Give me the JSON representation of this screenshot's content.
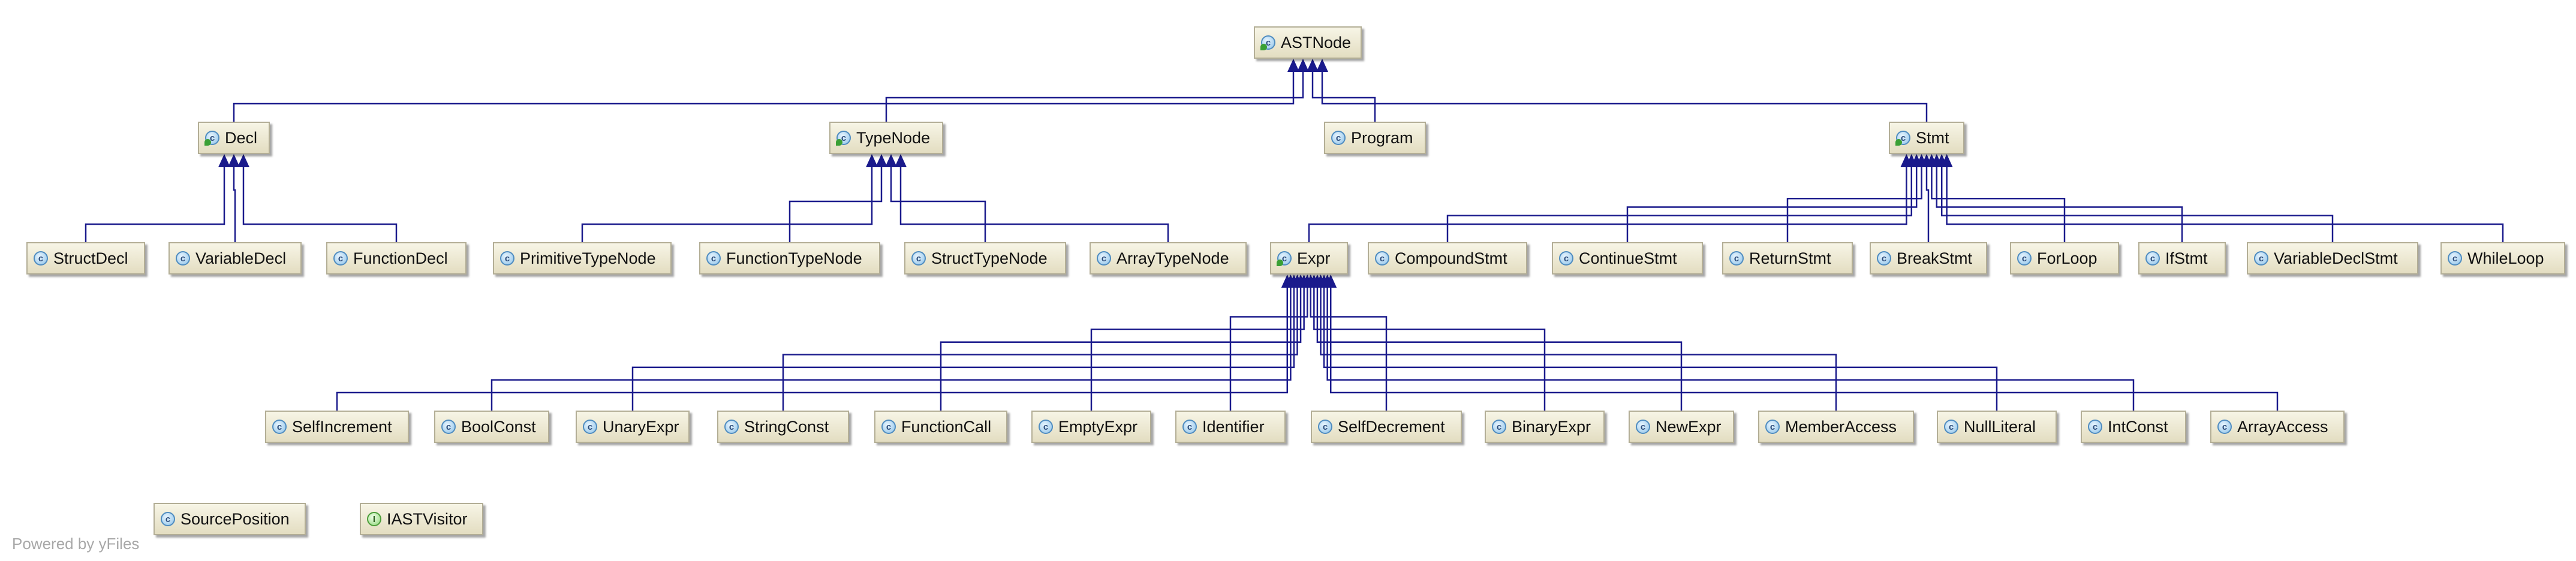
{
  "diagram": {
    "nodes": {
      "astnode": {
        "label": "ASTNode",
        "kind": "abstract",
        "icon": "abstract-class-icon",
        "badge": "c"
      },
      "decl": {
        "label": "Decl",
        "kind": "abstract",
        "icon": "abstract-class-icon",
        "badge": "c"
      },
      "typenode": {
        "label": "TypeNode",
        "kind": "abstract",
        "icon": "abstract-class-icon",
        "badge": "c"
      },
      "program": {
        "label": "Program",
        "kind": "class",
        "icon": "class-icon",
        "badge": "c"
      },
      "stmt": {
        "label": "Stmt",
        "kind": "abstract",
        "icon": "abstract-class-icon",
        "badge": "c"
      },
      "structdecl": {
        "label": "StructDecl",
        "kind": "class",
        "icon": "class-icon",
        "badge": "c"
      },
      "variabledecl": {
        "label": "VariableDecl",
        "kind": "class",
        "icon": "class-icon",
        "badge": "c"
      },
      "functiondecl": {
        "label": "FunctionDecl",
        "kind": "class",
        "icon": "class-icon",
        "badge": "c"
      },
      "primitivetypenode": {
        "label": "PrimitiveTypeNode",
        "kind": "class",
        "icon": "class-icon",
        "badge": "c"
      },
      "functiontypenode": {
        "label": "FunctionTypeNode",
        "kind": "class",
        "icon": "class-icon",
        "badge": "c"
      },
      "structtypenode": {
        "label": "StructTypeNode",
        "kind": "class",
        "icon": "class-icon",
        "badge": "c"
      },
      "arraytypenode": {
        "label": "ArrayTypeNode",
        "kind": "class",
        "icon": "class-icon",
        "badge": "c"
      },
      "expr": {
        "label": "Expr",
        "kind": "abstract",
        "icon": "abstract-class-icon",
        "badge": "c"
      },
      "compoundstmt": {
        "label": "CompoundStmt",
        "kind": "class",
        "icon": "class-icon",
        "badge": "c"
      },
      "continuestmt": {
        "label": "ContinueStmt",
        "kind": "class",
        "icon": "class-icon",
        "badge": "c"
      },
      "returnstmt": {
        "label": "ReturnStmt",
        "kind": "class",
        "icon": "class-icon",
        "badge": "c"
      },
      "breakstmt": {
        "label": "BreakStmt",
        "kind": "class",
        "icon": "class-icon",
        "badge": "c"
      },
      "forloop": {
        "label": "ForLoop",
        "kind": "class",
        "icon": "class-icon",
        "badge": "c"
      },
      "ifstmt": {
        "label": "IfStmt",
        "kind": "class",
        "icon": "class-icon",
        "badge": "c"
      },
      "variabledeclstmt": {
        "label": "VariableDeclStmt",
        "kind": "class",
        "icon": "class-icon",
        "badge": "c"
      },
      "whileloop": {
        "label": "WhileLoop",
        "kind": "class",
        "icon": "class-icon",
        "badge": "c"
      },
      "selfincrement": {
        "label": "SelfIncrement",
        "kind": "class",
        "icon": "class-icon",
        "badge": "c"
      },
      "boolconst": {
        "label": "BoolConst",
        "kind": "class",
        "icon": "class-icon",
        "badge": "c"
      },
      "unaryexpr": {
        "label": "UnaryExpr",
        "kind": "class",
        "icon": "class-icon",
        "badge": "c"
      },
      "stringconst": {
        "label": "StringConst",
        "kind": "class",
        "icon": "class-icon",
        "badge": "c"
      },
      "functioncall": {
        "label": "FunctionCall",
        "kind": "class",
        "icon": "class-icon",
        "badge": "c"
      },
      "emptyexpr": {
        "label": "EmptyExpr",
        "kind": "class",
        "icon": "class-icon",
        "badge": "c"
      },
      "identifier": {
        "label": "Identifier",
        "kind": "class",
        "icon": "class-icon",
        "badge": "c"
      },
      "selfdecrement": {
        "label": "SelfDecrement",
        "kind": "class",
        "icon": "class-icon",
        "badge": "c"
      },
      "binaryexpr": {
        "label": "BinaryExpr",
        "kind": "class",
        "icon": "class-icon",
        "badge": "c"
      },
      "newexpr": {
        "label": "NewExpr",
        "kind": "class",
        "icon": "class-icon",
        "badge": "c"
      },
      "memberaccess": {
        "label": "MemberAccess",
        "kind": "class",
        "icon": "class-icon",
        "badge": "c"
      },
      "nullliteral": {
        "label": "NullLiteral",
        "kind": "class",
        "icon": "class-icon",
        "badge": "c"
      },
      "intconst": {
        "label": "IntConst",
        "kind": "class",
        "icon": "class-icon",
        "badge": "c"
      },
      "arrayaccess": {
        "label": "ArrayAccess",
        "kind": "class",
        "icon": "class-icon",
        "badge": "c"
      },
      "sourceposition": {
        "label": "SourcePosition",
        "kind": "class",
        "icon": "class-icon",
        "badge": "c"
      },
      "iastvisitor": {
        "label": "IASTVisitor",
        "kind": "interface",
        "icon": "interface-icon",
        "badge": "I"
      }
    },
    "edges": [
      [
        "decl",
        "astnode"
      ],
      [
        "typenode",
        "astnode"
      ],
      [
        "program",
        "astnode"
      ],
      [
        "stmt",
        "astnode"
      ],
      [
        "structdecl",
        "decl"
      ],
      [
        "variabledecl",
        "decl"
      ],
      [
        "functiondecl",
        "decl"
      ],
      [
        "primitivetypenode",
        "typenode"
      ],
      [
        "functiontypenode",
        "typenode"
      ],
      [
        "structtypenode",
        "typenode"
      ],
      [
        "arraytypenode",
        "typenode"
      ],
      [
        "expr",
        "stmt"
      ],
      [
        "compoundstmt",
        "stmt"
      ],
      [
        "continuestmt",
        "stmt"
      ],
      [
        "returnstmt",
        "stmt"
      ],
      [
        "breakstmt",
        "stmt"
      ],
      [
        "forloop",
        "stmt"
      ],
      [
        "ifstmt",
        "stmt"
      ],
      [
        "variabledeclstmt",
        "stmt"
      ],
      [
        "whileloop",
        "stmt"
      ],
      [
        "selfincrement",
        "expr"
      ],
      [
        "boolconst",
        "expr"
      ],
      [
        "unaryexpr",
        "expr"
      ],
      [
        "stringconst",
        "expr"
      ],
      [
        "functioncall",
        "expr"
      ],
      [
        "emptyexpr",
        "expr"
      ],
      [
        "identifier",
        "expr"
      ],
      [
        "selfdecrement",
        "expr"
      ],
      [
        "binaryexpr",
        "expr"
      ],
      [
        "newexpr",
        "expr"
      ],
      [
        "memberaccess",
        "expr"
      ],
      [
        "nullliteral",
        "expr"
      ],
      [
        "intconst",
        "expr"
      ],
      [
        "arrayaccess",
        "expr"
      ]
    ],
    "edge_color": "#1a1a8c"
  },
  "watermark": "Powered by yFiles"
}
